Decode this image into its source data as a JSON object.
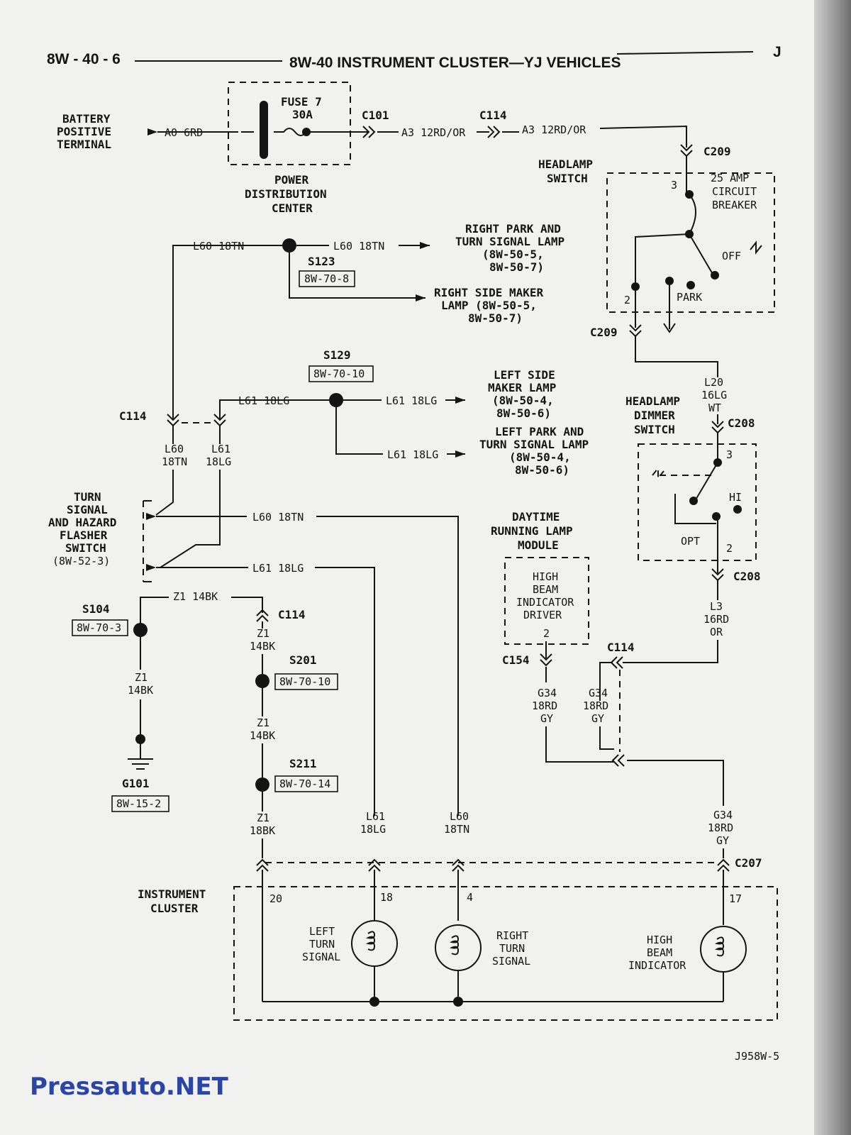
{
  "header": {
    "page_code": "8W - 40 - 6",
    "title": "8W-40 INSTRUMENT CLUSTER—YJ VEHICLES",
    "letter": "J"
  },
  "footer": {
    "figure_code": "J958W-5",
    "watermark": "Pressauto.NET"
  },
  "colors": {
    "ink": "#141414",
    "paper": "#f1f1ef",
    "watermark": "#2b45a6"
  },
  "battery": {
    "line1": "BATTERY",
    "line2": "POSITIVE",
    "line3": "TERMINAL"
  },
  "pdc": {
    "fuse_line1": "FUSE 7",
    "fuse_line2": "30A",
    "name_line1": "POWER",
    "name_line2": "DISTRIBUTION",
    "name_line3": "CENTER"
  },
  "wires": {
    "a0": "A0 6RD",
    "a3_1": "A3 12RD/OR",
    "a3_2": "A3 12RD/OR",
    "l60_1": "L60 18TN",
    "l60_2": "L60 18TN",
    "l61_1": "L61 18LG",
    "l61_2": "L61 18LG",
    "l61_3": "L61 18LG",
    "l60_3": "L60 18TN",
    "l61_4": "L61 18LG",
    "z1_top": "Z1 14BK"
  },
  "connectors": {
    "c101": "C101",
    "c114_top": "C114",
    "c209_top": "C209",
    "c209_bot": "C209",
    "c114_left": "C114",
    "c208_top": "C208",
    "c208_bot": "C208",
    "c114_mid": "C114",
    "c154": "C154",
    "c114_z1": "C114",
    "c207": "C207"
  },
  "splices": {
    "s123": {
      "name": "S123",
      "ref": "8W-70-8"
    },
    "s129": {
      "name": "S129",
      "ref": "8W-70-10"
    },
    "s104": {
      "name": "S104",
      "ref": "8W-70-3"
    },
    "s201": {
      "name": "S201",
      "ref": "8W-70-10"
    },
    "s211": {
      "name": "S211",
      "ref": "8W-70-14"
    },
    "g101": {
      "name": "G101",
      "ref": "8W-15-2"
    }
  },
  "destinations": {
    "rpark": {
      "l1": "RIGHT PARK AND",
      "l2": "TURN SIGNAL LAMP",
      "l3": "(8W-50-5,",
      "l4": "8W-50-7)"
    },
    "rside": {
      "l1": "RIGHT SIDE MAKER",
      "l2": "LAMP (8W-50-5,",
      "l3": "8W-50-7)"
    },
    "lside": {
      "l1": "LEFT SIDE",
      "l2": "MAKER LAMP",
      "l3": "(8W-50-4,",
      "l4": "8W-50-6)"
    },
    "lpark": {
      "l1": "LEFT PARK AND",
      "l2": "TURN SIGNAL LAMP",
      "l3": "(8W-50-4,",
      "l4": "8W-50-6)"
    }
  },
  "headlamp_switch": {
    "name1": "HEADLAMP",
    "name2": "SWITCH",
    "cb1": "25 AMP",
    "cb2": "CIRCUIT",
    "cb3": "BREAKER",
    "pin3": "3",
    "pin2": "2",
    "off": "OFF",
    "park": "PARK"
  },
  "dimmer": {
    "name1": "HEADLAMP",
    "name2": "DIMMER",
    "name3": "SWITCH",
    "pin3": "3",
    "pin2": "2",
    "hi": "HI",
    "opt": "OPT",
    "w1": "L20",
    "w2": "16LG",
    "w3": "WT",
    "o1": "L3",
    "o2": "16RD",
    "o3": "OR"
  },
  "turn_switch": {
    "l1": "TURN",
    "l2": "SIGNAL",
    "l3": "AND HAZARD",
    "l4": "FLASHER",
    "l5": "SWITCH",
    "l6": "(8W-52-3)",
    "a1": "L60",
    "a2": "18TN",
    "b1": "L61",
    "b2": "18LG"
  },
  "drl": {
    "n1": "DAYTIME",
    "n2": "RUNNING LAMP",
    "n3": "MODULE",
    "d1": "HIGH",
    "d2": "BEAM",
    "d3": "INDICATOR",
    "d4": "DRIVER",
    "pin": "2"
  },
  "g34": {
    "a1": "G34",
    "a2": "18RD",
    "a3": "GY",
    "b1": "G34",
    "b2": "18RD",
    "b3": "GY",
    "c1": "G34",
    "c2": "18RD",
    "c3": "GY"
  },
  "z1": {
    "a1": "Z1",
    "a2": "14BK",
    "b1": "Z1",
    "b2": "14BK",
    "c1": "Z1",
    "c2": "14BK",
    "d1": "Z1",
    "d2": "18BK"
  },
  "cluster": {
    "name1": "INSTRUMENT",
    "name2": "CLUSTER",
    "w_l61a": "L61",
    "w_l61b": "18LG",
    "w_l60a": "L60",
    "w_l60b": "18TN",
    "pin20": "20",
    "pin18": "18",
    "pin4": "4",
    "pin17": "17",
    "left1": "LEFT",
    "left2": "TURN",
    "left3": "SIGNAL",
    "right1": "RIGHT",
    "right2": "TURN",
    "right3": "SIGNAL",
    "high1": "HIGH",
    "high2": "BEAM",
    "high3": "INDICATOR"
  }
}
